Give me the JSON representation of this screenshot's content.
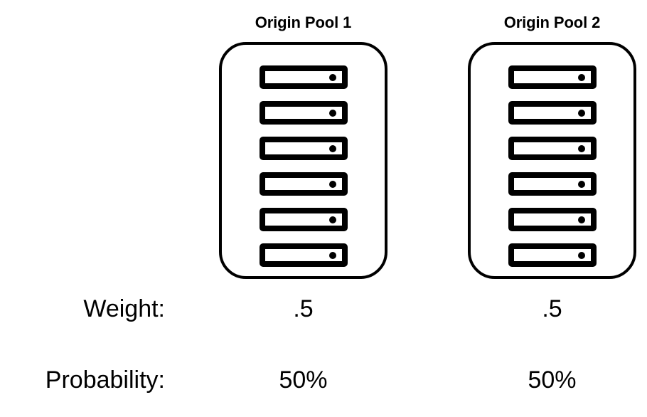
{
  "diagram": {
    "background_color": "#ffffff",
    "stroke_color": "#000000",
    "rows": {
      "weight_label": "Weight:",
      "probability_label": "Probability:"
    },
    "pools": [
      {
        "title": "Origin Pool 1",
        "weight": ".5",
        "probability": "50%",
        "server_count": 6,
        "servers": [
          {
            "led": "status-led"
          },
          {
            "led": "status-led"
          },
          {
            "led": "status-led"
          },
          {
            "led": "status-led"
          },
          {
            "led": "status-led"
          },
          {
            "led": "status-led"
          }
        ]
      },
      {
        "title": "Origin Pool 2",
        "weight": ".5",
        "probability": "50%",
        "server_count": 6,
        "servers": [
          {
            "led": "status-led"
          },
          {
            "led": "status-led"
          },
          {
            "led": "status-led"
          },
          {
            "led": "status-led"
          },
          {
            "led": "status-led"
          },
          {
            "led": "status-led"
          }
        ]
      }
    ]
  }
}
